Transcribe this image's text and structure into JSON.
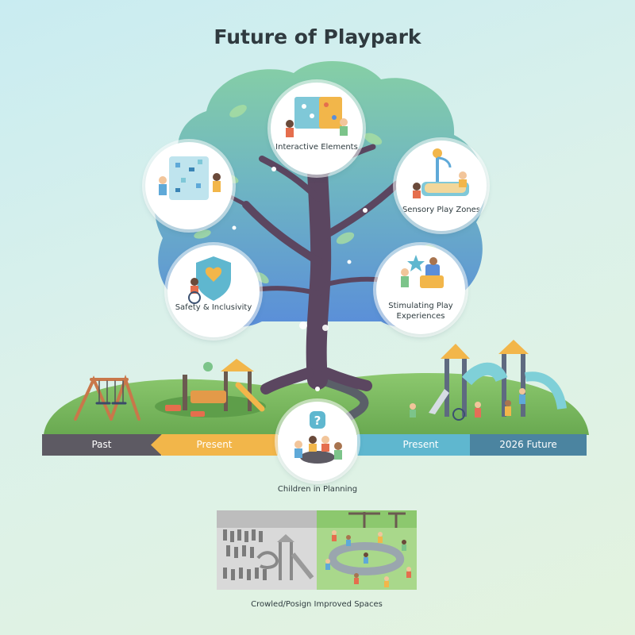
{
  "title": "Future of Playpark",
  "nodes": {
    "interactive": "Interactive Elements",
    "sensory": "Sensory Play Zones",
    "safety": "Safety & Inclusivity",
    "stimulating_1": "Stimulating Play",
    "stimulating_2": "Experiences",
    "planning": "Children in Planning"
  },
  "timeline": {
    "past": "Past",
    "present_left": "Present",
    "present_right": "Present",
    "future": "2026 Future"
  },
  "comparison_caption": "Crowled/Posign Improved Spaces",
  "colors": {
    "canopy_top": "#7cc9a6",
    "canopy_bottom": "#5a8fd8",
    "trunk": "#5b4660",
    "ground": "#7dbb62",
    "timeline_past": "#5d5a63",
    "timeline_present_left": "#f2b64a",
    "timeline_present_right": "#5fb7cf",
    "timeline_future": "#4b84a0"
  }
}
